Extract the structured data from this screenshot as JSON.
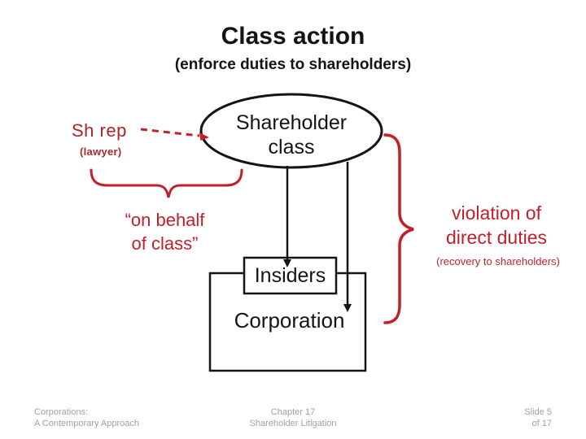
{
  "slide": {
    "title": "Class action",
    "subtitle": "(enforce duties to shareholders)"
  },
  "diagram": {
    "plaintiff": {
      "name": "Sh rep",
      "role": "(lawyer)"
    },
    "shareholder_class": {
      "line1": "Shareholder",
      "line2": "class"
    },
    "on_behalf": {
      "line1": "“on behalf",
      "line2": "of class”"
    },
    "insiders": "Insiders",
    "corporation": "Corporation",
    "violation": {
      "line1": "violation of",
      "line2": "direct duties",
      "note": "(recovery to shareholders)"
    }
  },
  "footer": {
    "book": {
      "line1": "Corporations:",
      "line2": "A Contemporary Approach"
    },
    "chapter": {
      "line1": "Chapter 17",
      "line2": "Shareholder Litigation"
    },
    "slide_number": {
      "line1": "Slide 5",
      "line2": "of 17"
    }
  },
  "colors": {
    "red": "#c41f28",
    "dark_red": "#b02429",
    "ink": "#141414",
    "footer_gray": "#a0a0a0",
    "background": "#ffffff"
  }
}
